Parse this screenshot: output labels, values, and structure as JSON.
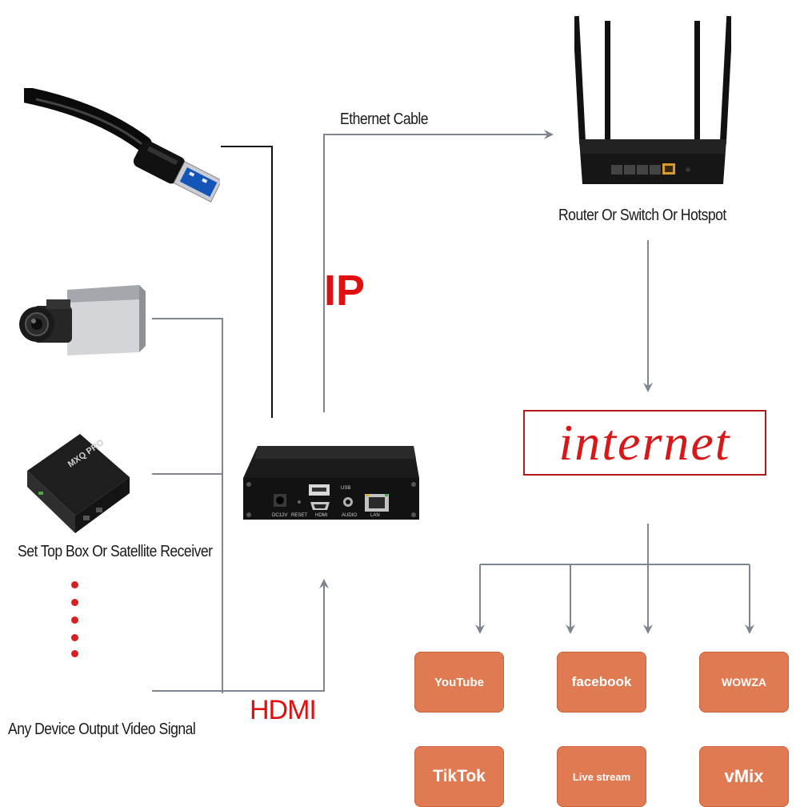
{
  "labels": {
    "ethernet_cable": "Ethernet Cable",
    "ip": "IP",
    "router": "Router Or Switch Or Hotspot",
    "set_top_box": "Set Top Box Or Satellite Receiver",
    "any_device": "Any Device Output Video Signal",
    "hdmi": "HDMI",
    "internet": "internet"
  },
  "encoder_ports": {
    "usb": "USB",
    "dc": "DC12V",
    "reset": "RESET",
    "hdmi": "HDMI",
    "audio": "AUDIO",
    "lan": "LAN"
  },
  "devices": {
    "settop_brand": "MXQ PRO"
  },
  "services": [
    {
      "label": "YouTube"
    },
    {
      "label": "facebook"
    },
    {
      "label": "WOWZA"
    },
    {
      "label": "TikTok"
    },
    {
      "label": "Live stream"
    },
    {
      "label": "vMix"
    }
  ],
  "colors": {
    "line": "#7d8590",
    "accent_red": "#e01010",
    "service_box": "#e07a52",
    "internet_border": "#b31b1b"
  }
}
